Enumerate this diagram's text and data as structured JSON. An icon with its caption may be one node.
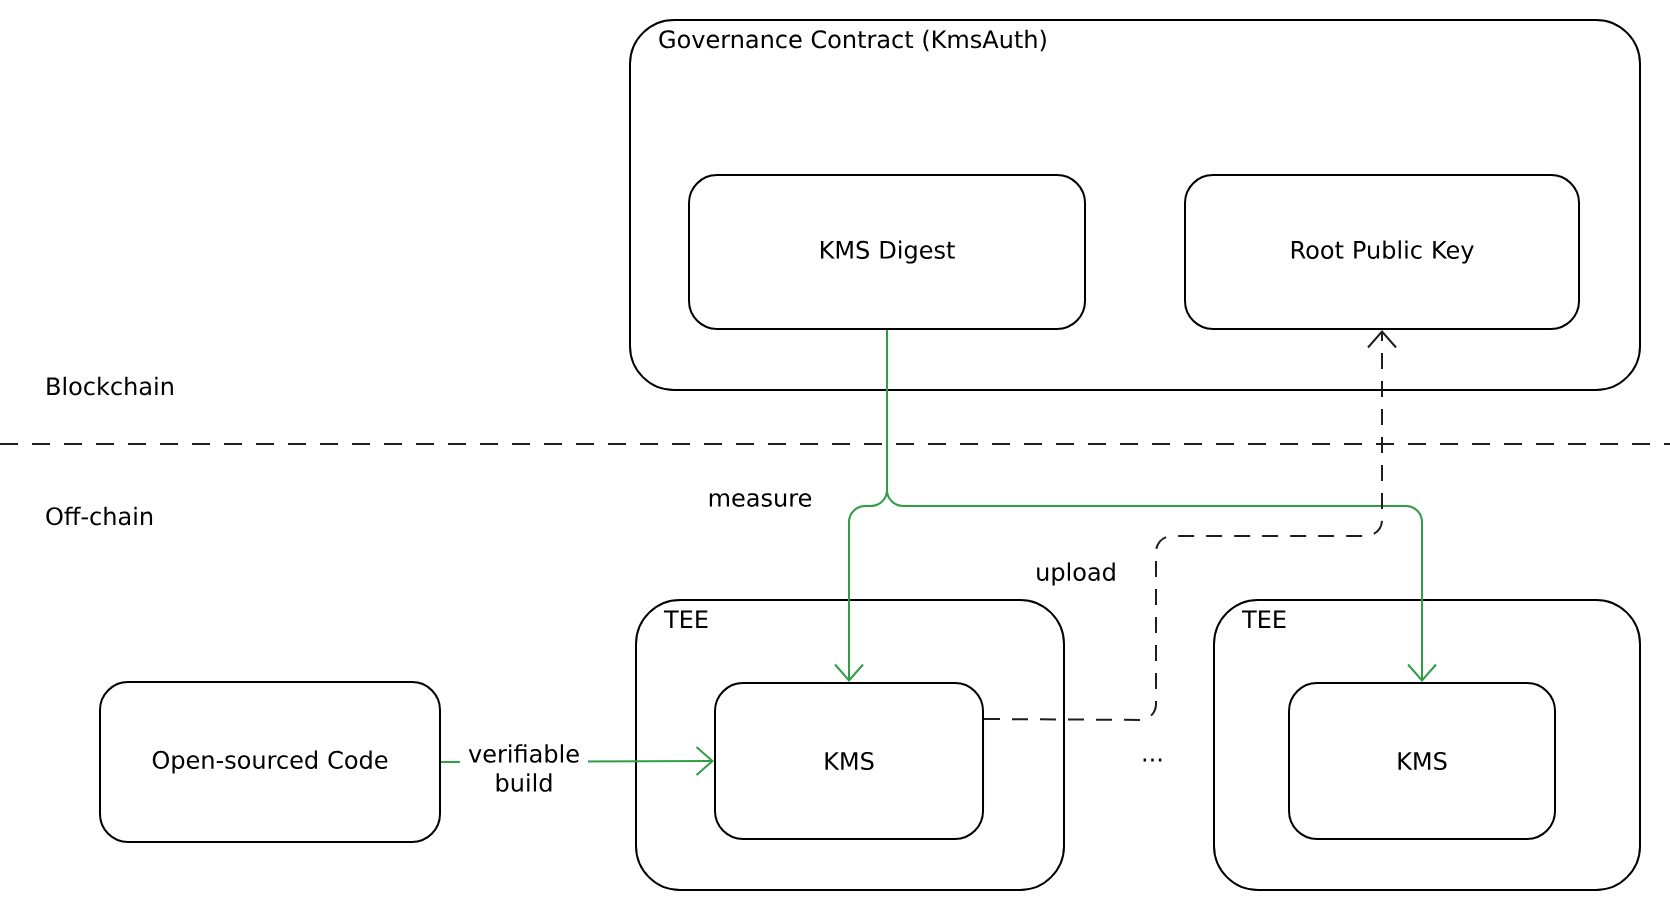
{
  "diagram": {
    "nodes": [
      {
        "text": [
          "Governance Contract (KmsAuth)"
        ]
      },
      {
        "text": [
          "KMS Digest"
        ],
        "in": 0
      },
      {
        "text": [
          "Root Public Key"
        ],
        "in": 0
      },
      {
        "text": [
          "TEE"
        ]
      },
      {
        "text": [
          "KMS"
        ],
        "in": 3
      },
      {
        "text": [
          "TEE"
        ]
      },
      {
        "text": [
          "KMS"
        ],
        "in": 5
      },
      {
        "text": [
          "Open-sourced Code"
        ]
      }
    ],
    "edges": [
      {
        "from": 1,
        "to": 4,
        "arrow": "to",
        "label": "measure"
      },
      {
        "from": 1,
        "to": 6,
        "arrow": "to"
      },
      {
        "from": 4,
        "to": 2,
        "arrow": "to",
        "label": "upload",
        "style": "dashed",
        "color": "#1e1e1e"
      },
      {
        "from": 7,
        "to": 4,
        "arrow": "to",
        "label": "verifiable build"
      }
    ],
    "labels": [
      "Blockchain",
      "Off-chain",
      "..."
    ]
  }
}
